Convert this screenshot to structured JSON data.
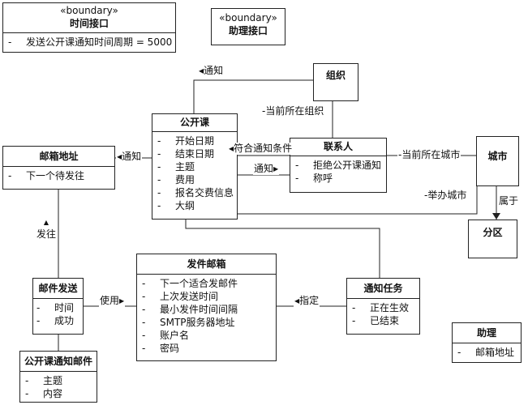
{
  "classes": {
    "time_interface": {
      "stereotype": "«boundary»",
      "title": "时间接口",
      "attributes": [
        "发送公开课通知时间周期 = 5000"
      ]
    },
    "assistant_interface": {
      "stereotype": "«boundary»",
      "title": "助理接口"
    },
    "organization": {
      "title": "组织"
    },
    "open_course": {
      "title": "公开课",
      "attributes": [
        "开始日期",
        "结束日期",
        "主题",
        "费用",
        "报名交费信息",
        "大纲"
      ]
    },
    "contact": {
      "title": "联系人",
      "attributes": [
        "拒绝公开课通知",
        "称呼"
      ]
    },
    "city": {
      "title": "城市"
    },
    "district": {
      "title": "分区"
    },
    "email_address": {
      "title": "邮箱地址",
      "attributes": [
        "下一个待发往"
      ]
    },
    "sending_mailbox": {
      "title": "发件邮箱",
      "attributes": [
        "下一个适合发邮件",
        "上次发送时间",
        "最小发件时间间隔",
        "SMTP服务器地址",
        "账户名",
        "密码"
      ]
    },
    "mail_sending": {
      "title": "邮件发送",
      "attributes": [
        "时间",
        "成功"
      ]
    },
    "notify_task": {
      "title": "通知任务",
      "attributes": [
        "正在生效",
        "已结束"
      ]
    },
    "course_notice_mail": {
      "title": "公开课通知邮件",
      "attributes": [
        "主题",
        "内容"
      ]
    },
    "assistant": {
      "title": "助理",
      "attributes": [
        "邮箱地址"
      ]
    }
  },
  "associations": {
    "course_org": "通知",
    "org_contact": "当前所在组织",
    "course_email": "通知",
    "course_contact_condition": "符合通知条件",
    "course_contact_notify": "通知",
    "contact_city": "当前所在城市",
    "course_city": "举办城市",
    "city_district": "属于",
    "mailsend_email": "发往",
    "mailsend_mailbox": "使用",
    "task_mailbox": "指定"
  }
}
